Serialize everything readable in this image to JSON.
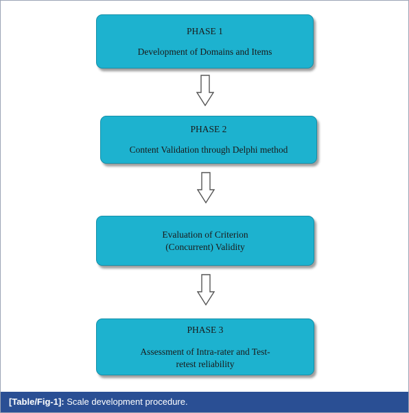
{
  "phases": [
    {
      "title": "PHASE 1",
      "text": "Development of Domains and Items"
    },
    {
      "title": "PHASE 2",
      "text": "Content Validation through Delphi method"
    },
    {
      "title": "",
      "text": "Evaluation of Criterion (Concurrent) Validity"
    },
    {
      "title": "PHASE 3",
      "text": "Assessment of Intra-rater and Test-retest reliability"
    }
  ],
  "caption": {
    "label": "[Table/Fig-1]:",
    "text": "Scale development procedure."
  },
  "colors": {
    "box_fill": "#1db2cf",
    "caption_bar": "#2a4f94",
    "arrow_fill": "#ffffff",
    "arrow_stroke": "#555555"
  },
  "icons": [
    "down-arrow-icon"
  ]
}
